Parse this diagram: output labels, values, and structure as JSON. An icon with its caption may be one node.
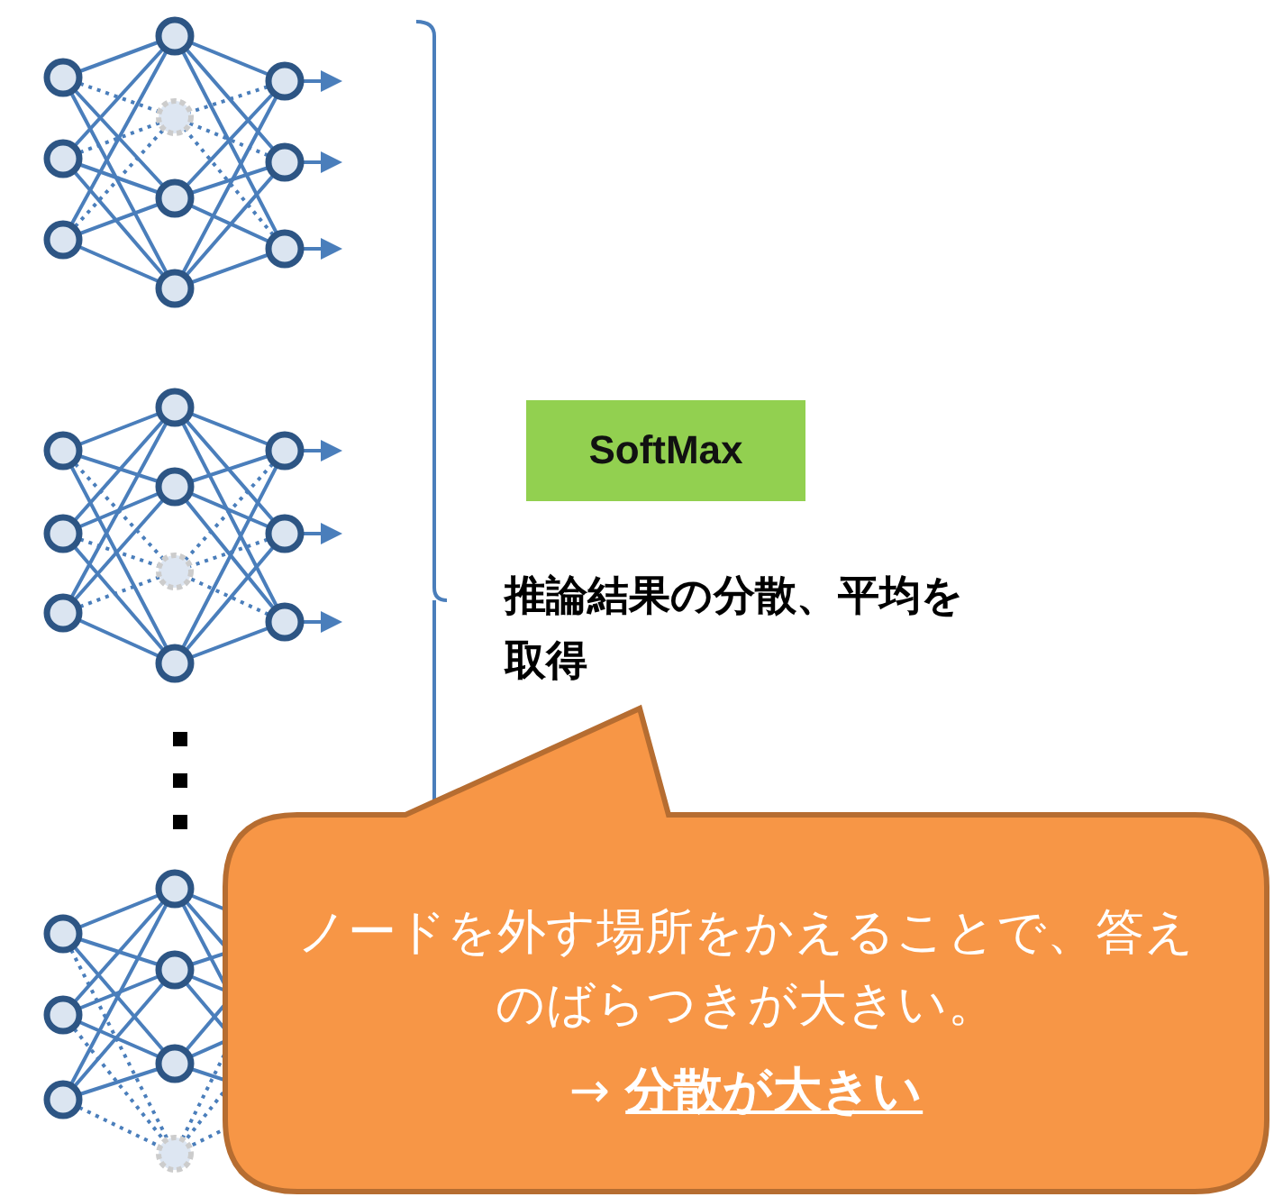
{
  "diagram": {
    "nodes": [
      {
        "text": [
          "SoftMax"
        ]
      },
      {
        "text": [
          "ノードを外す場所をかえることで、答えのばらつきが大きい。",
          "→ **分散が大きい**"
        ]
      }
    ],
    "labels": [
      "推論結果の分散、平均を取得"
    ]
  }
}
